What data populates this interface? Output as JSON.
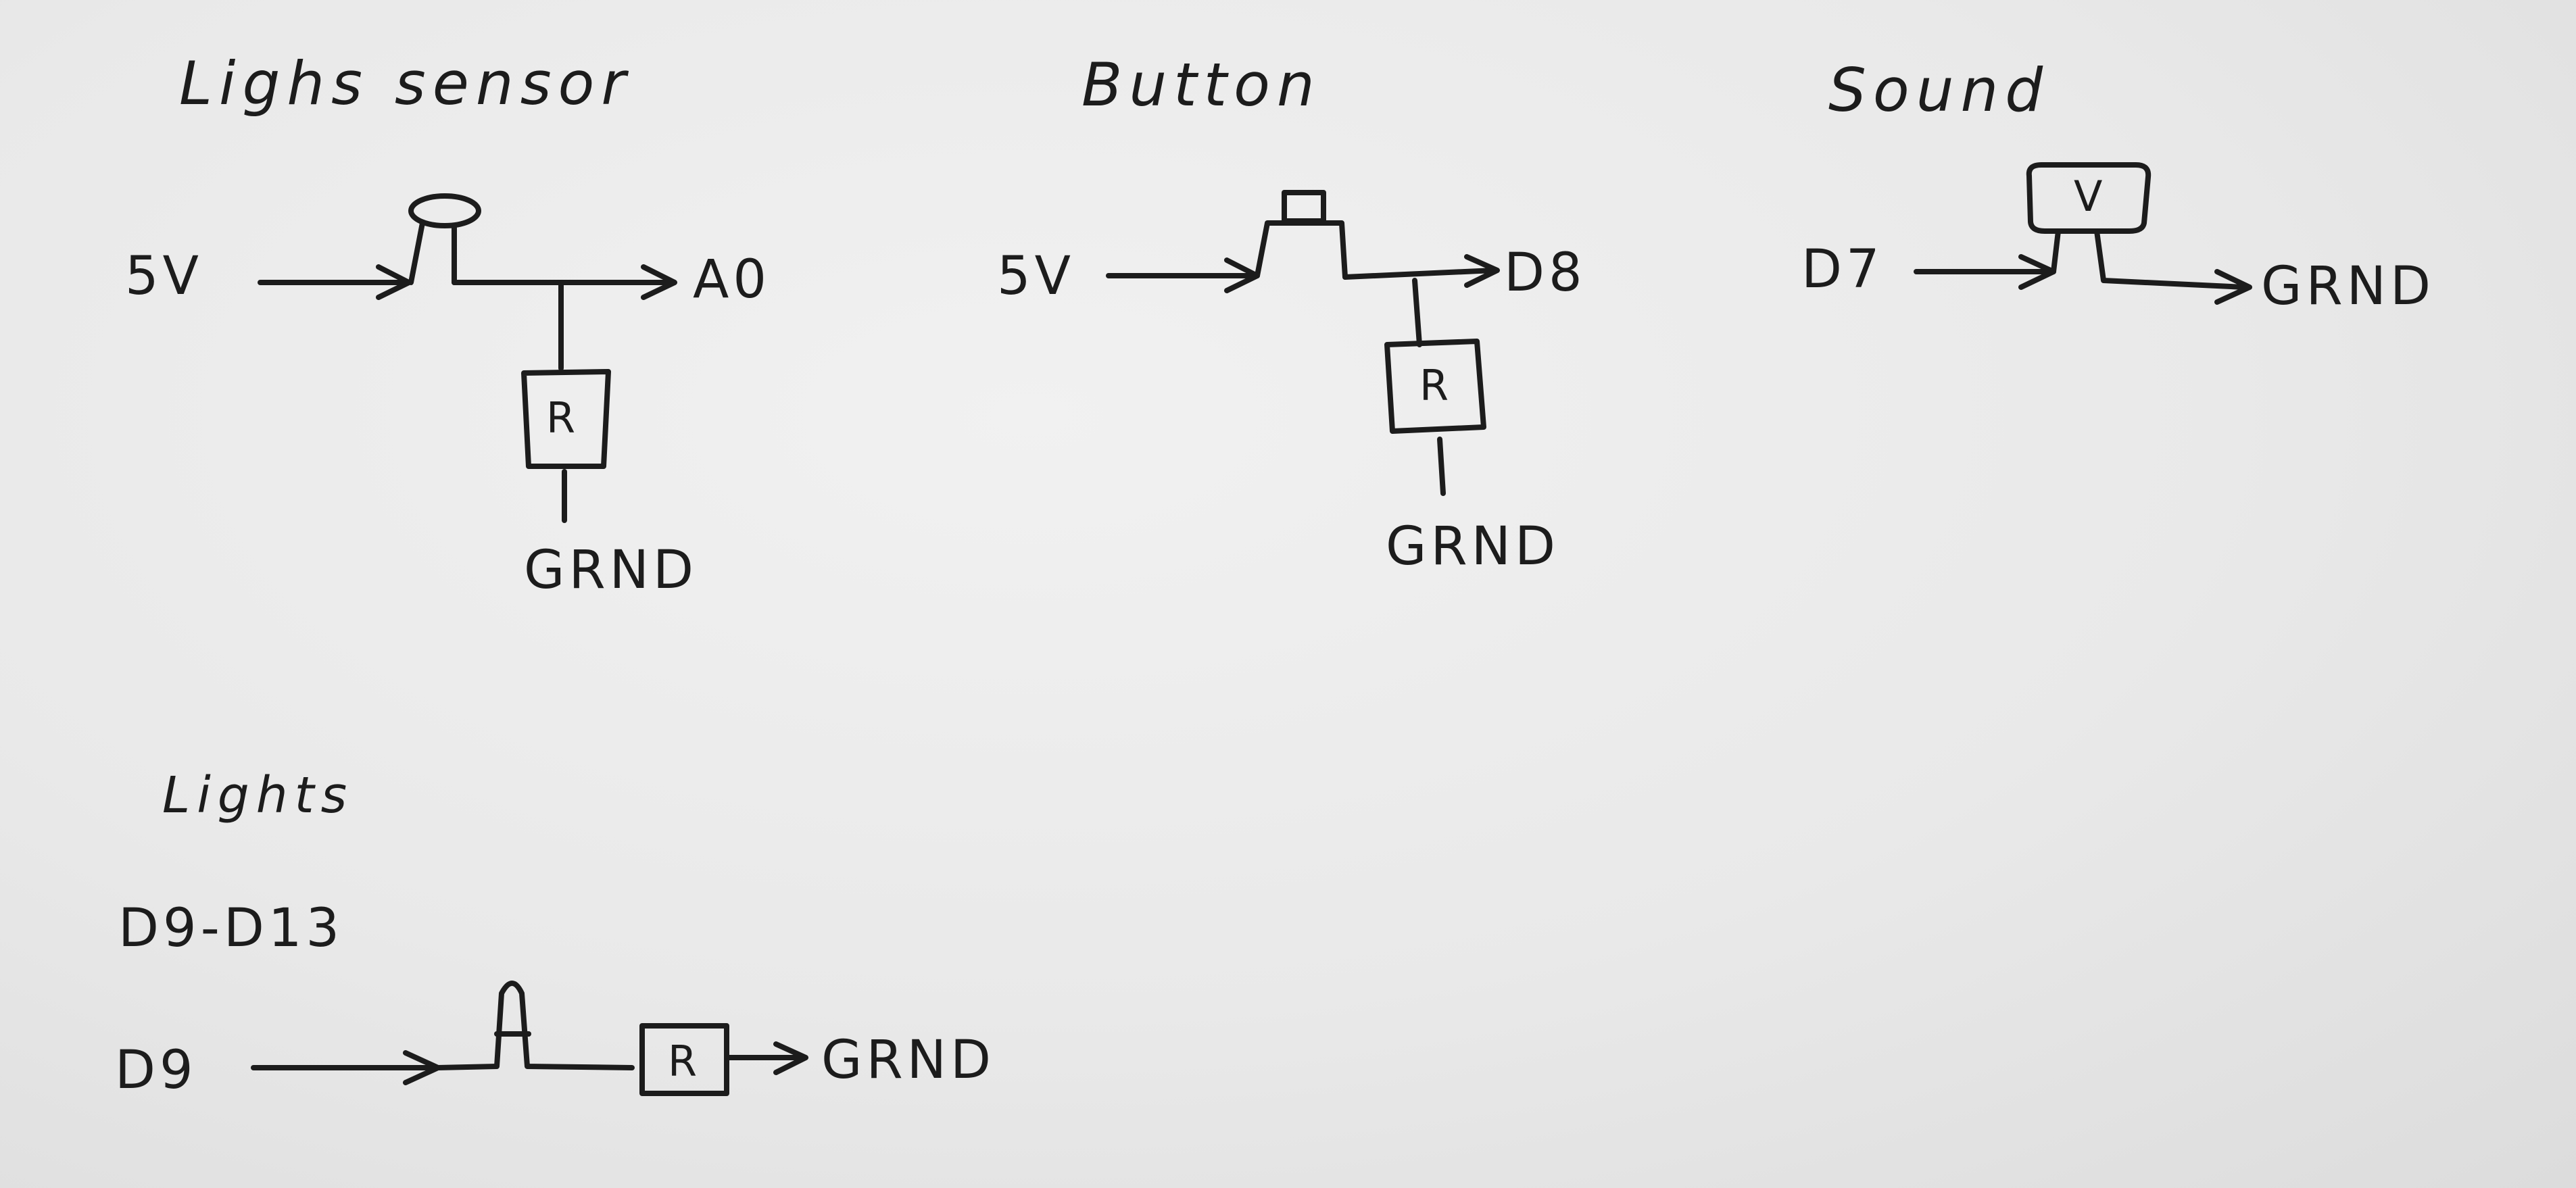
{
  "diagram": {
    "light_sensor": {
      "title": "Lighs sensor",
      "input": "5V",
      "output": "A0",
      "resistor": "R",
      "ground": "GRND"
    },
    "button": {
      "title": "Button",
      "input": "5V",
      "output": "D8",
      "resistor": "R",
      "ground": "GRND"
    },
    "sound": {
      "title": "Sound",
      "input": "D7",
      "component": "V",
      "ground": "GRND"
    },
    "lights": {
      "title": "Lights",
      "range": "D9-D13",
      "input": "D9",
      "resistor": "R",
      "ground": "GRND"
    }
  }
}
